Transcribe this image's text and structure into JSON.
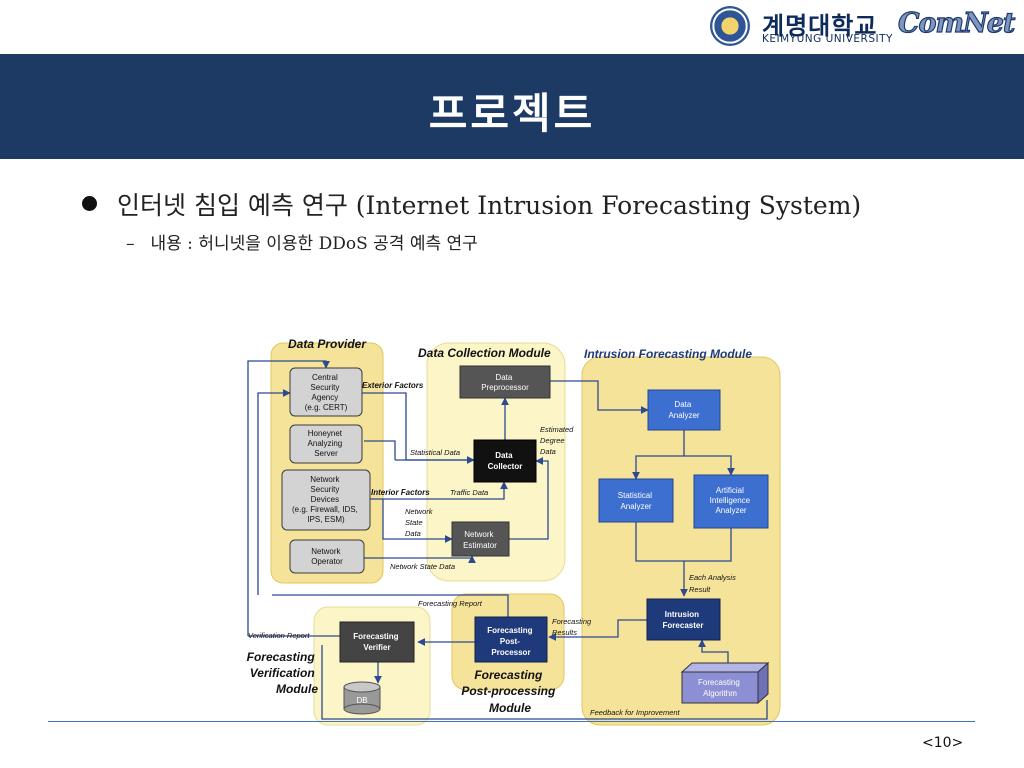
{
  "header": {
    "university_kor": "계명대학교",
    "university_eng": "KEIMYUNG UNIVERSITY",
    "lab_logo": "ComNet"
  },
  "slide": {
    "title": "프로젝트",
    "bullet": "인터넷 침입 예측 연구 (Internet Intrusion Forecasting System)",
    "sub_dash": "–",
    "sub_bullet": "내용 : 허니넷을 이용한 DDoS 공격 예측 연구",
    "page_number": "<10>"
  },
  "diagram": {
    "regions": {
      "data_provider": "Data Provider",
      "data_collection": "Data Collection Module",
      "intrusion_forecasting": "Intrusion Forecasting Module",
      "verification": [
        "Forecasting",
        "Verification",
        "Module"
      ],
      "post_processing": [
        "Forecasting",
        "Post-processing",
        "Module"
      ]
    },
    "boxes": {
      "central_security": [
        "Central",
        "Security",
        "Agency",
        "(e.g. CERT)"
      ],
      "honeynet": [
        "Honeynet",
        "Analyzing",
        "Server"
      ],
      "network_security": [
        "Network",
        "Security",
        "Devices",
        "(e.g. Firewall, IDS,",
        "IPS, ESM)"
      ],
      "network_operator": [
        "Network",
        "Operator"
      ],
      "preprocessor": [
        "Data",
        "Preprocessor"
      ],
      "collector": [
        "Data",
        "Collector"
      ],
      "estimator": [
        "Network",
        "Estimator"
      ],
      "data_analyzer": [
        "Data",
        "Analyzer"
      ],
      "statistical_analyzer": [
        "Statistical",
        "Analyzer"
      ],
      "ai_analyzer": [
        "Artificial",
        "Intelligence",
        "Analyzer"
      ],
      "intrusion_forecaster": [
        "Intrusion",
        "Forecaster"
      ],
      "forecasting_algorithm": [
        "Forecasting",
        "Algorithm"
      ],
      "post_processor": [
        "Forecasting",
        "Post-",
        "Processor"
      ],
      "verifier": [
        "Forecasting",
        "Verifier"
      ],
      "db": "DB"
    },
    "labels": {
      "exterior_factors": "Exterior Factors",
      "interior_factors": "Interior Factors",
      "statistical_data": "Statistical Data",
      "traffic_data": "Traffic Data",
      "network_state_data_vertical": [
        "Network",
        "State",
        "Data"
      ],
      "network_state_data": "Network State Data",
      "estimated_degree": [
        "Estimated",
        "Degree",
        "Data"
      ],
      "each_analysis": [
        "Each Analysis",
        "Result"
      ],
      "forecasting_report": "Forecasting Report",
      "forecasting_results": [
        "Forecasting",
        "Results"
      ],
      "verification_report": "Verification Report",
      "feedback": "Feedback for  Improvement"
    }
  },
  "colors": {
    "title_bar": "#1c3a63",
    "region_fill": "#f6e39a",
    "blue_box": "#3d6fd0",
    "navy_box": "#1f3a7a",
    "black_box": "#111111",
    "gray_box": "#d3d3d3",
    "dark_box": "#545454",
    "purple_box": "#8d8fd4"
  }
}
